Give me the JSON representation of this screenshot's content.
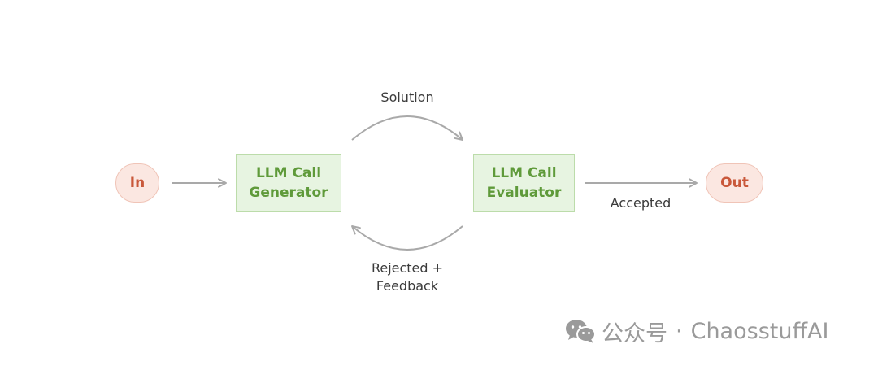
{
  "nodes": {
    "input": "In",
    "generator": [
      "LLM Call",
      "Generator"
    ],
    "evaluator": [
      "LLM Call",
      "Evaluator"
    ],
    "output": "Out"
  },
  "edges": {
    "solution": "Solution",
    "rejected": [
      "Rejected +",
      "Feedback"
    ],
    "accepted": "Accepted"
  },
  "watermark": {
    "channel": "公众号",
    "separator": "·",
    "name": "ChaosstuffAI"
  },
  "colors": {
    "arrow": "#a9a9a9",
    "io_fill": "#fbe7e1",
    "io_text": "#c9583a",
    "llm_fill": "#e7f4e1",
    "llm_text": "#5f9a3a"
  }
}
